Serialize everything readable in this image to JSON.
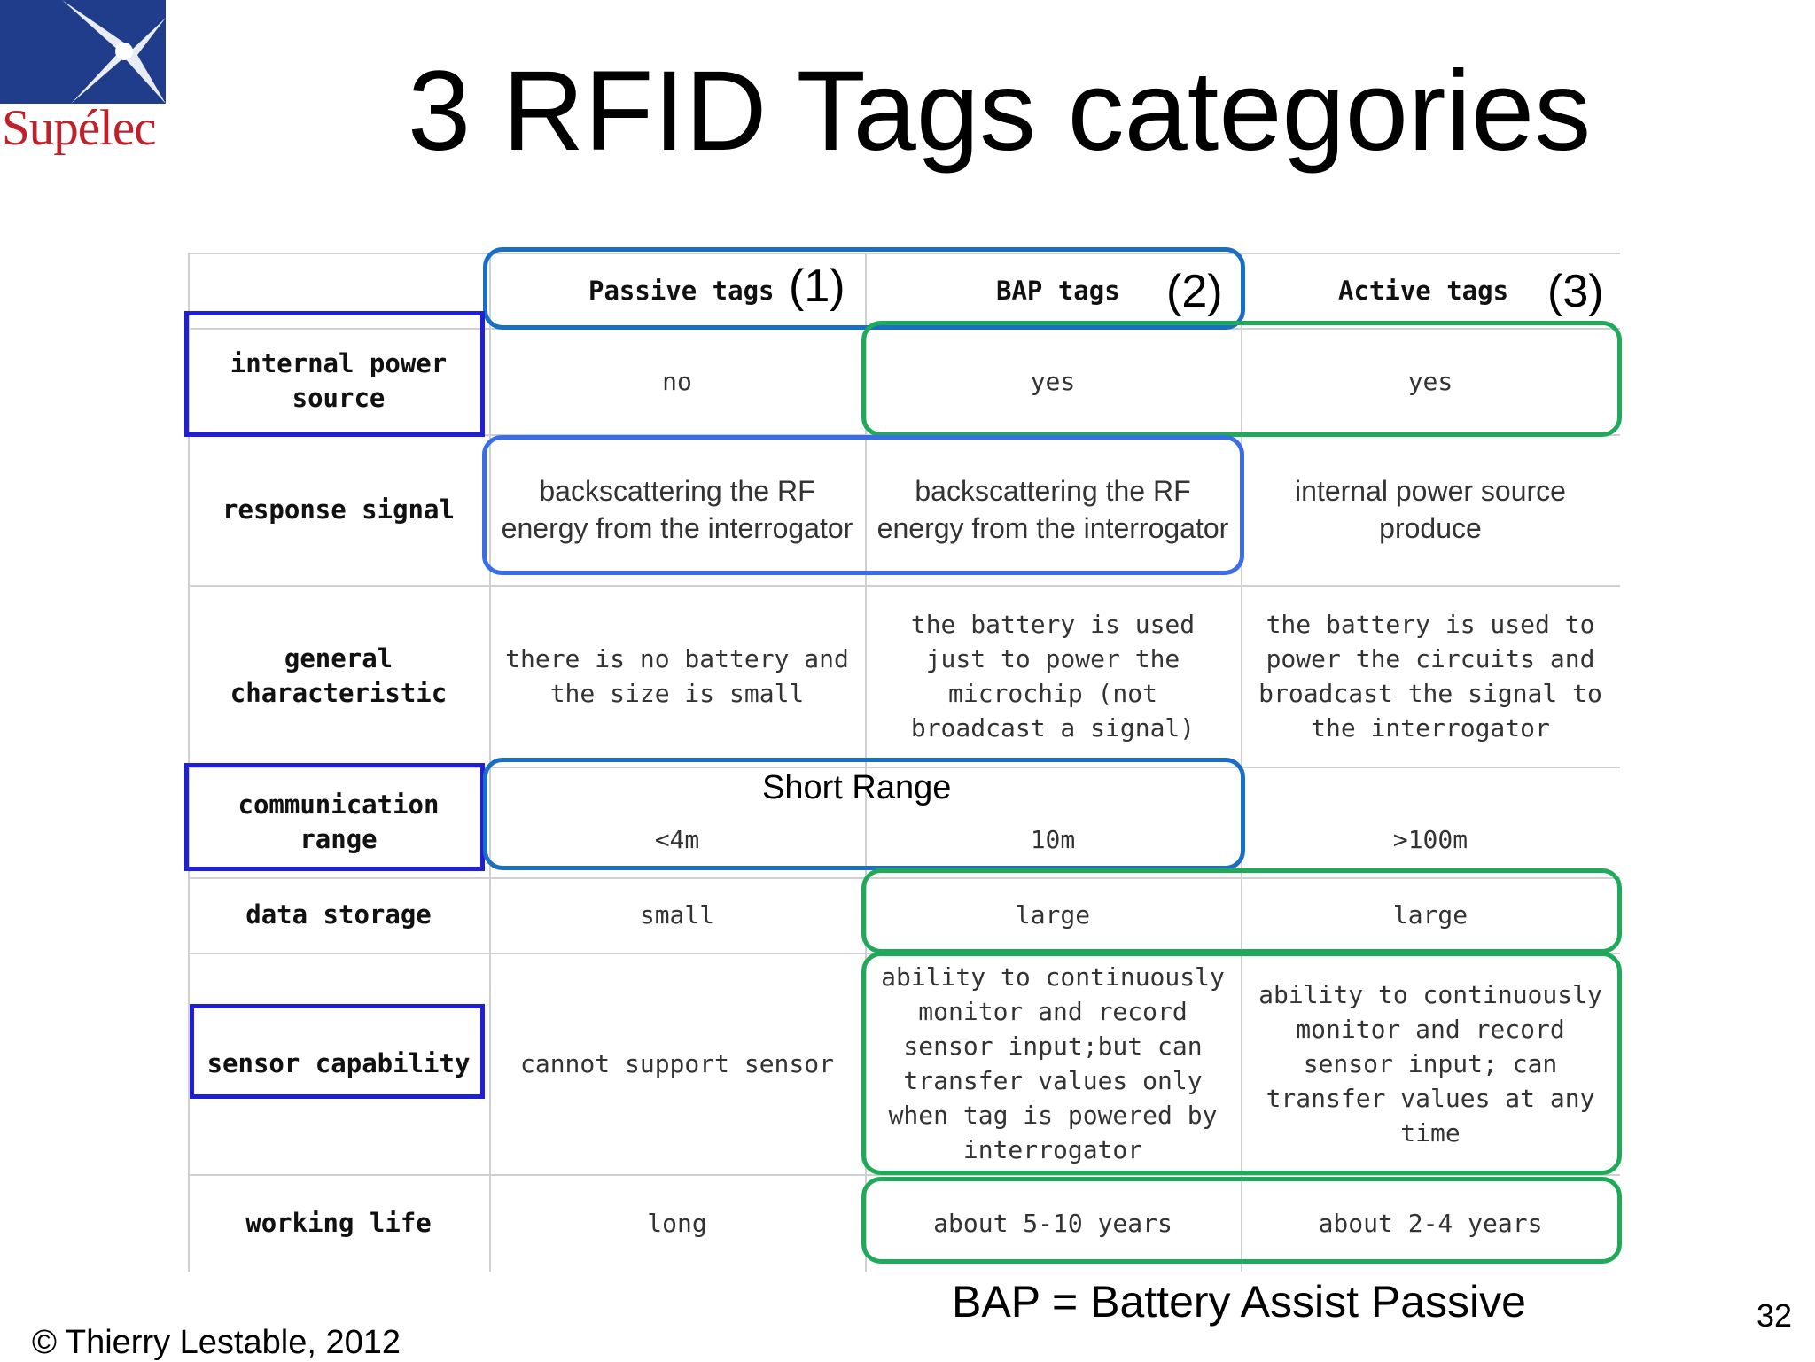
{
  "logo": {
    "text": "Supélec"
  },
  "title": "3 RFID Tags categories",
  "table": {
    "columns": [
      {
        "label": "Passive tags",
        "number": "(1)"
      },
      {
        "label": "BAP tags",
        "number": "(2)"
      },
      {
        "label": "Active tags",
        "number": "(3)"
      }
    ],
    "rows": [
      {
        "header": "internal power source",
        "cells": [
          "no",
          "yes",
          "yes"
        ]
      },
      {
        "header": "response signal",
        "cells": [
          "backscattering the RF energy from the interrogator",
          "backscattering the RF energy from the interrogator",
          "internal power source produce"
        ]
      },
      {
        "header": "general characteristic",
        "cells": [
          "there is no battery and the size is small",
          "the battery is used just to power the microchip (not broadcast a signal)",
          "the battery is used to power the circuits and broadcast the signal to the interrogator"
        ]
      },
      {
        "header": "communication range",
        "cells": [
          "<4m",
          "10m",
          ">100m"
        ]
      },
      {
        "header": "data storage",
        "cells": [
          "small",
          "large",
          "large"
        ]
      },
      {
        "header": "sensor capability",
        "cells": [
          "cannot support sensor",
          "ability to continuously monitor and record sensor input;but can transfer values only when tag is powered by interrogator",
          "ability to continuously monitor and record sensor input; can transfer values at any time"
        ]
      },
      {
        "header": "working life",
        "cells": [
          "long",
          "about 5-10 years",
          "about 2-4 years"
        ]
      }
    ]
  },
  "annotations": {
    "short_range": "Short Range",
    "bap_definition": "BAP = Battery Assist Passive"
  },
  "footer": {
    "copyright": "© Thierry Lestable, 2012",
    "page_number": "32"
  },
  "colors": {
    "row_header_box": "#1f1fd6",
    "passive_bap_group": "#1a6fc4",
    "response_group": "#3a6ee8",
    "bap_active_group": "#1faa5a",
    "logo_blue": "#1f3d8a",
    "logo_red": "#c0202a"
  }
}
